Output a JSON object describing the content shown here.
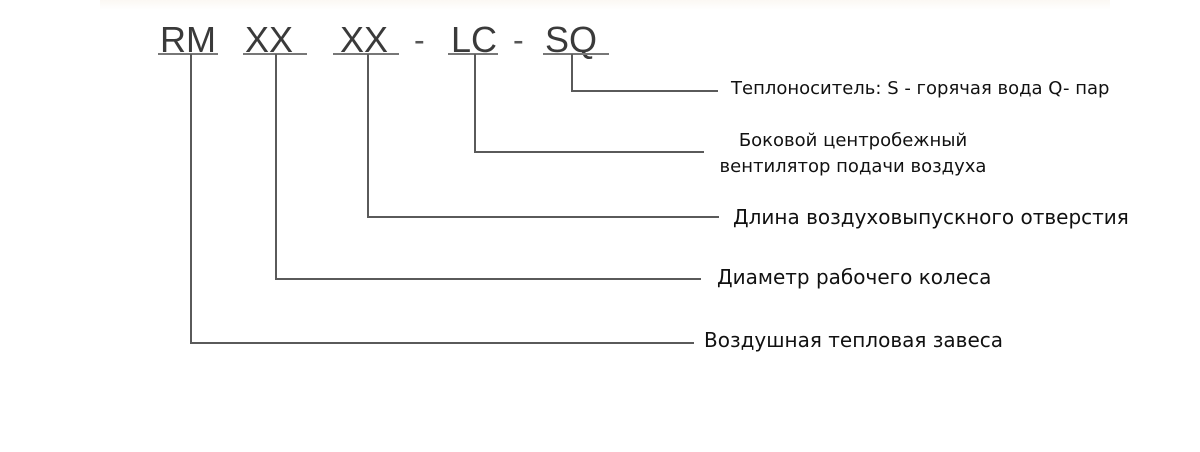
{
  "diagram": {
    "type": "model-code-breakdown",
    "code_segments": [
      {
        "id": "rm",
        "text": "RM"
      },
      {
        "id": "xx1",
        "text": "XX"
      },
      {
        "id": "xx2",
        "text": "XX"
      },
      {
        "id": "lc",
        "text": "LC"
      },
      {
        "id": "sq",
        "text": "SQ"
      }
    ],
    "separators": [
      "-",
      "-"
    ],
    "descriptions": {
      "sq": "Теплоноситель: S - горячая вода   Q- пар",
      "lc_line1": "Боковой центробежный",
      "lc_line2": "вентилятор подачи воздуха",
      "xx2": "Длина воздуховыпускного отверстия",
      "xx1": "Диаметр рабочего колеса",
      "rm": "Воздушная тепловая завеса"
    },
    "colors": {
      "line": "#5a5a5a",
      "code_text": "#3a3a3a",
      "label_text": "#111111",
      "background": "#ffffff"
    }
  }
}
